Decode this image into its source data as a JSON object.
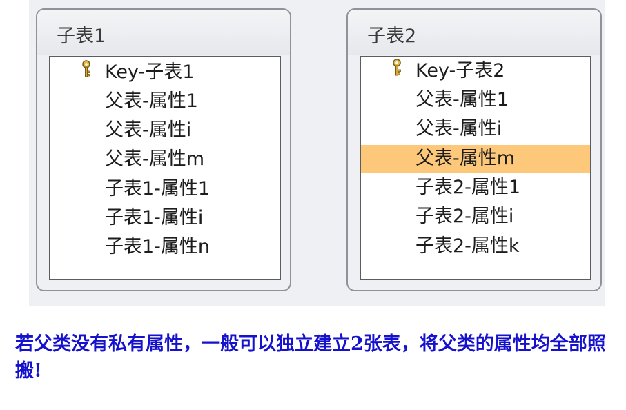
{
  "tables": [
    {
      "title": "子表1",
      "fields": [
        {
          "name": "Key-子表1",
          "is_key": true,
          "selected": false
        },
        {
          "name": "父表-属性1",
          "is_key": false,
          "selected": false
        },
        {
          "name": "父表-属性i",
          "is_key": false,
          "selected": false
        },
        {
          "name": "父表-属性m",
          "is_key": false,
          "selected": false
        },
        {
          "name": "子表1-属性1",
          "is_key": false,
          "selected": false
        },
        {
          "name": "子表1-属性i",
          "is_key": false,
          "selected": false
        },
        {
          "name": "子表1-属性n",
          "is_key": false,
          "selected": false
        }
      ]
    },
    {
      "title": "子表2",
      "fields": [
        {
          "name": "Key-子表2",
          "is_key": true,
          "selected": false
        },
        {
          "name": "父表-属性1",
          "is_key": false,
          "selected": false
        },
        {
          "name": "父表-属性i",
          "is_key": false,
          "selected": false
        },
        {
          "name": "父表-属性m",
          "is_key": false,
          "selected": true
        },
        {
          "name": "子表2-属性1",
          "is_key": false,
          "selected": false
        },
        {
          "name": "子表2-属性i",
          "is_key": false,
          "selected": false
        },
        {
          "name": "子表2-属性k",
          "is_key": false,
          "selected": false
        }
      ]
    }
  ],
  "caption": "若父类没有私有属性，一般可以独立建立2张表，将父类的属性均全部照搬!",
  "icons": {
    "key_field": "key-icon"
  },
  "colors": {
    "selection_highlight": "#fdc87a",
    "caption_text": "#1511cc"
  }
}
